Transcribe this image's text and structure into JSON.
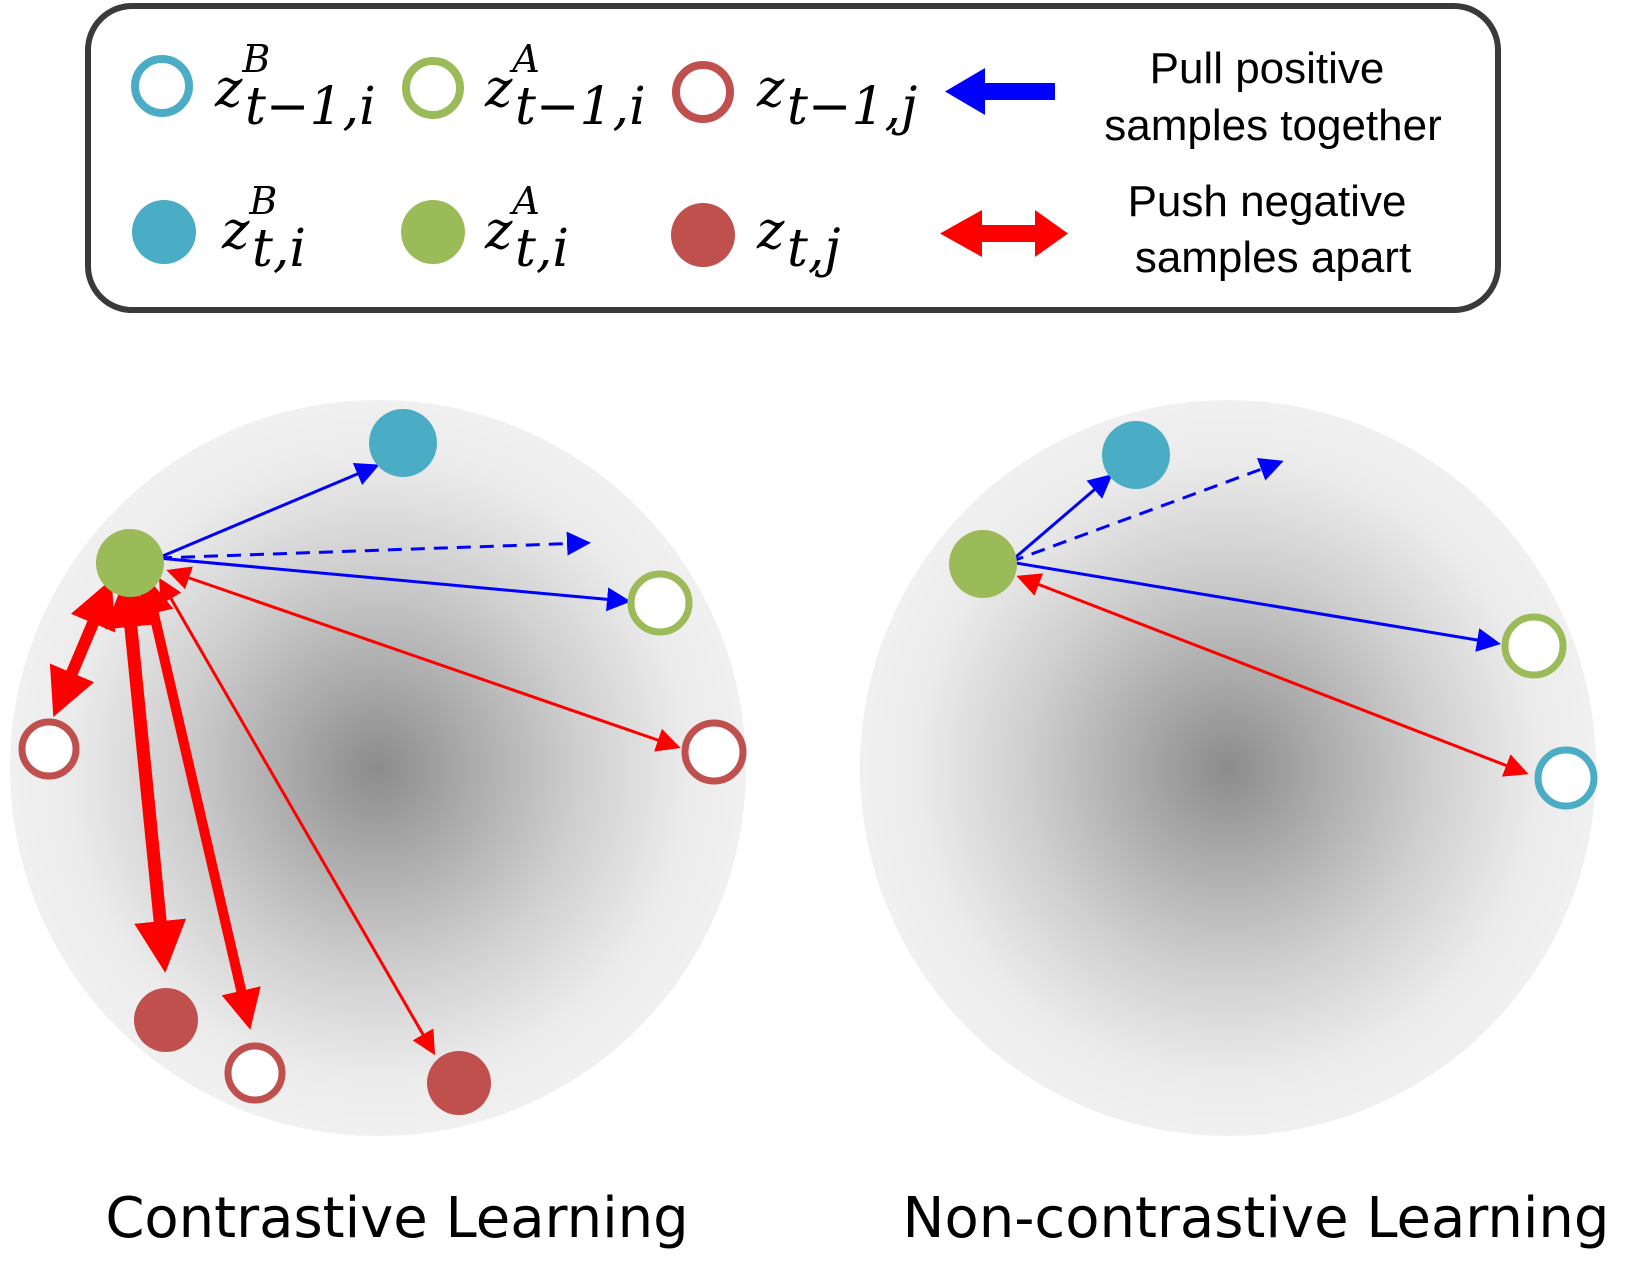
{
  "legend": {
    "items": [
      {
        "id": "z_prev_B",
        "base": "z",
        "sup": "B",
        "sub": "t−1,i",
        "style": "hollow",
        "color": "#4bacc6"
      },
      {
        "id": "z_prev_A",
        "base": "z",
        "sup": "A",
        "sub": "t−1,i",
        "style": "hollow",
        "color": "#9bbb59"
      },
      {
        "id": "z_prev_j",
        "base": "z",
        "sup": "",
        "sub": "t−1,j",
        "style": "hollow",
        "color": "#c0504d"
      },
      {
        "id": "z_cur_B",
        "base": "z",
        "sup": "B",
        "sub": "t,i",
        "style": "filled",
        "color": "#4bacc6"
      },
      {
        "id": "z_cur_A",
        "base": "z",
        "sup": "A",
        "sub": "t,i",
        "style": "filled",
        "color": "#9bbb59"
      },
      {
        "id": "z_cur_j",
        "base": "z",
        "sup": "",
        "sub": "t,j",
        "style": "filled",
        "color": "#c0504d"
      }
    ],
    "pull": {
      "line1": "Pull positive",
      "line2": "samples together",
      "color": "#0000ff"
    },
    "push": {
      "line1": "Push negative",
      "line2": "samples apart",
      "color": "#ff0000"
    }
  },
  "panels": {
    "contrastive": {
      "caption": "Contrastive Learning"
    },
    "noncontrastive": {
      "caption": "Non-contrastive Learning"
    }
  },
  "colors": {
    "blue_marker": "#4bacc6",
    "green_marker": "#9bbb59",
    "red_marker": "#c0504d",
    "pull_arrow": "#0000ff",
    "push_arrow": "#ff0000"
  }
}
